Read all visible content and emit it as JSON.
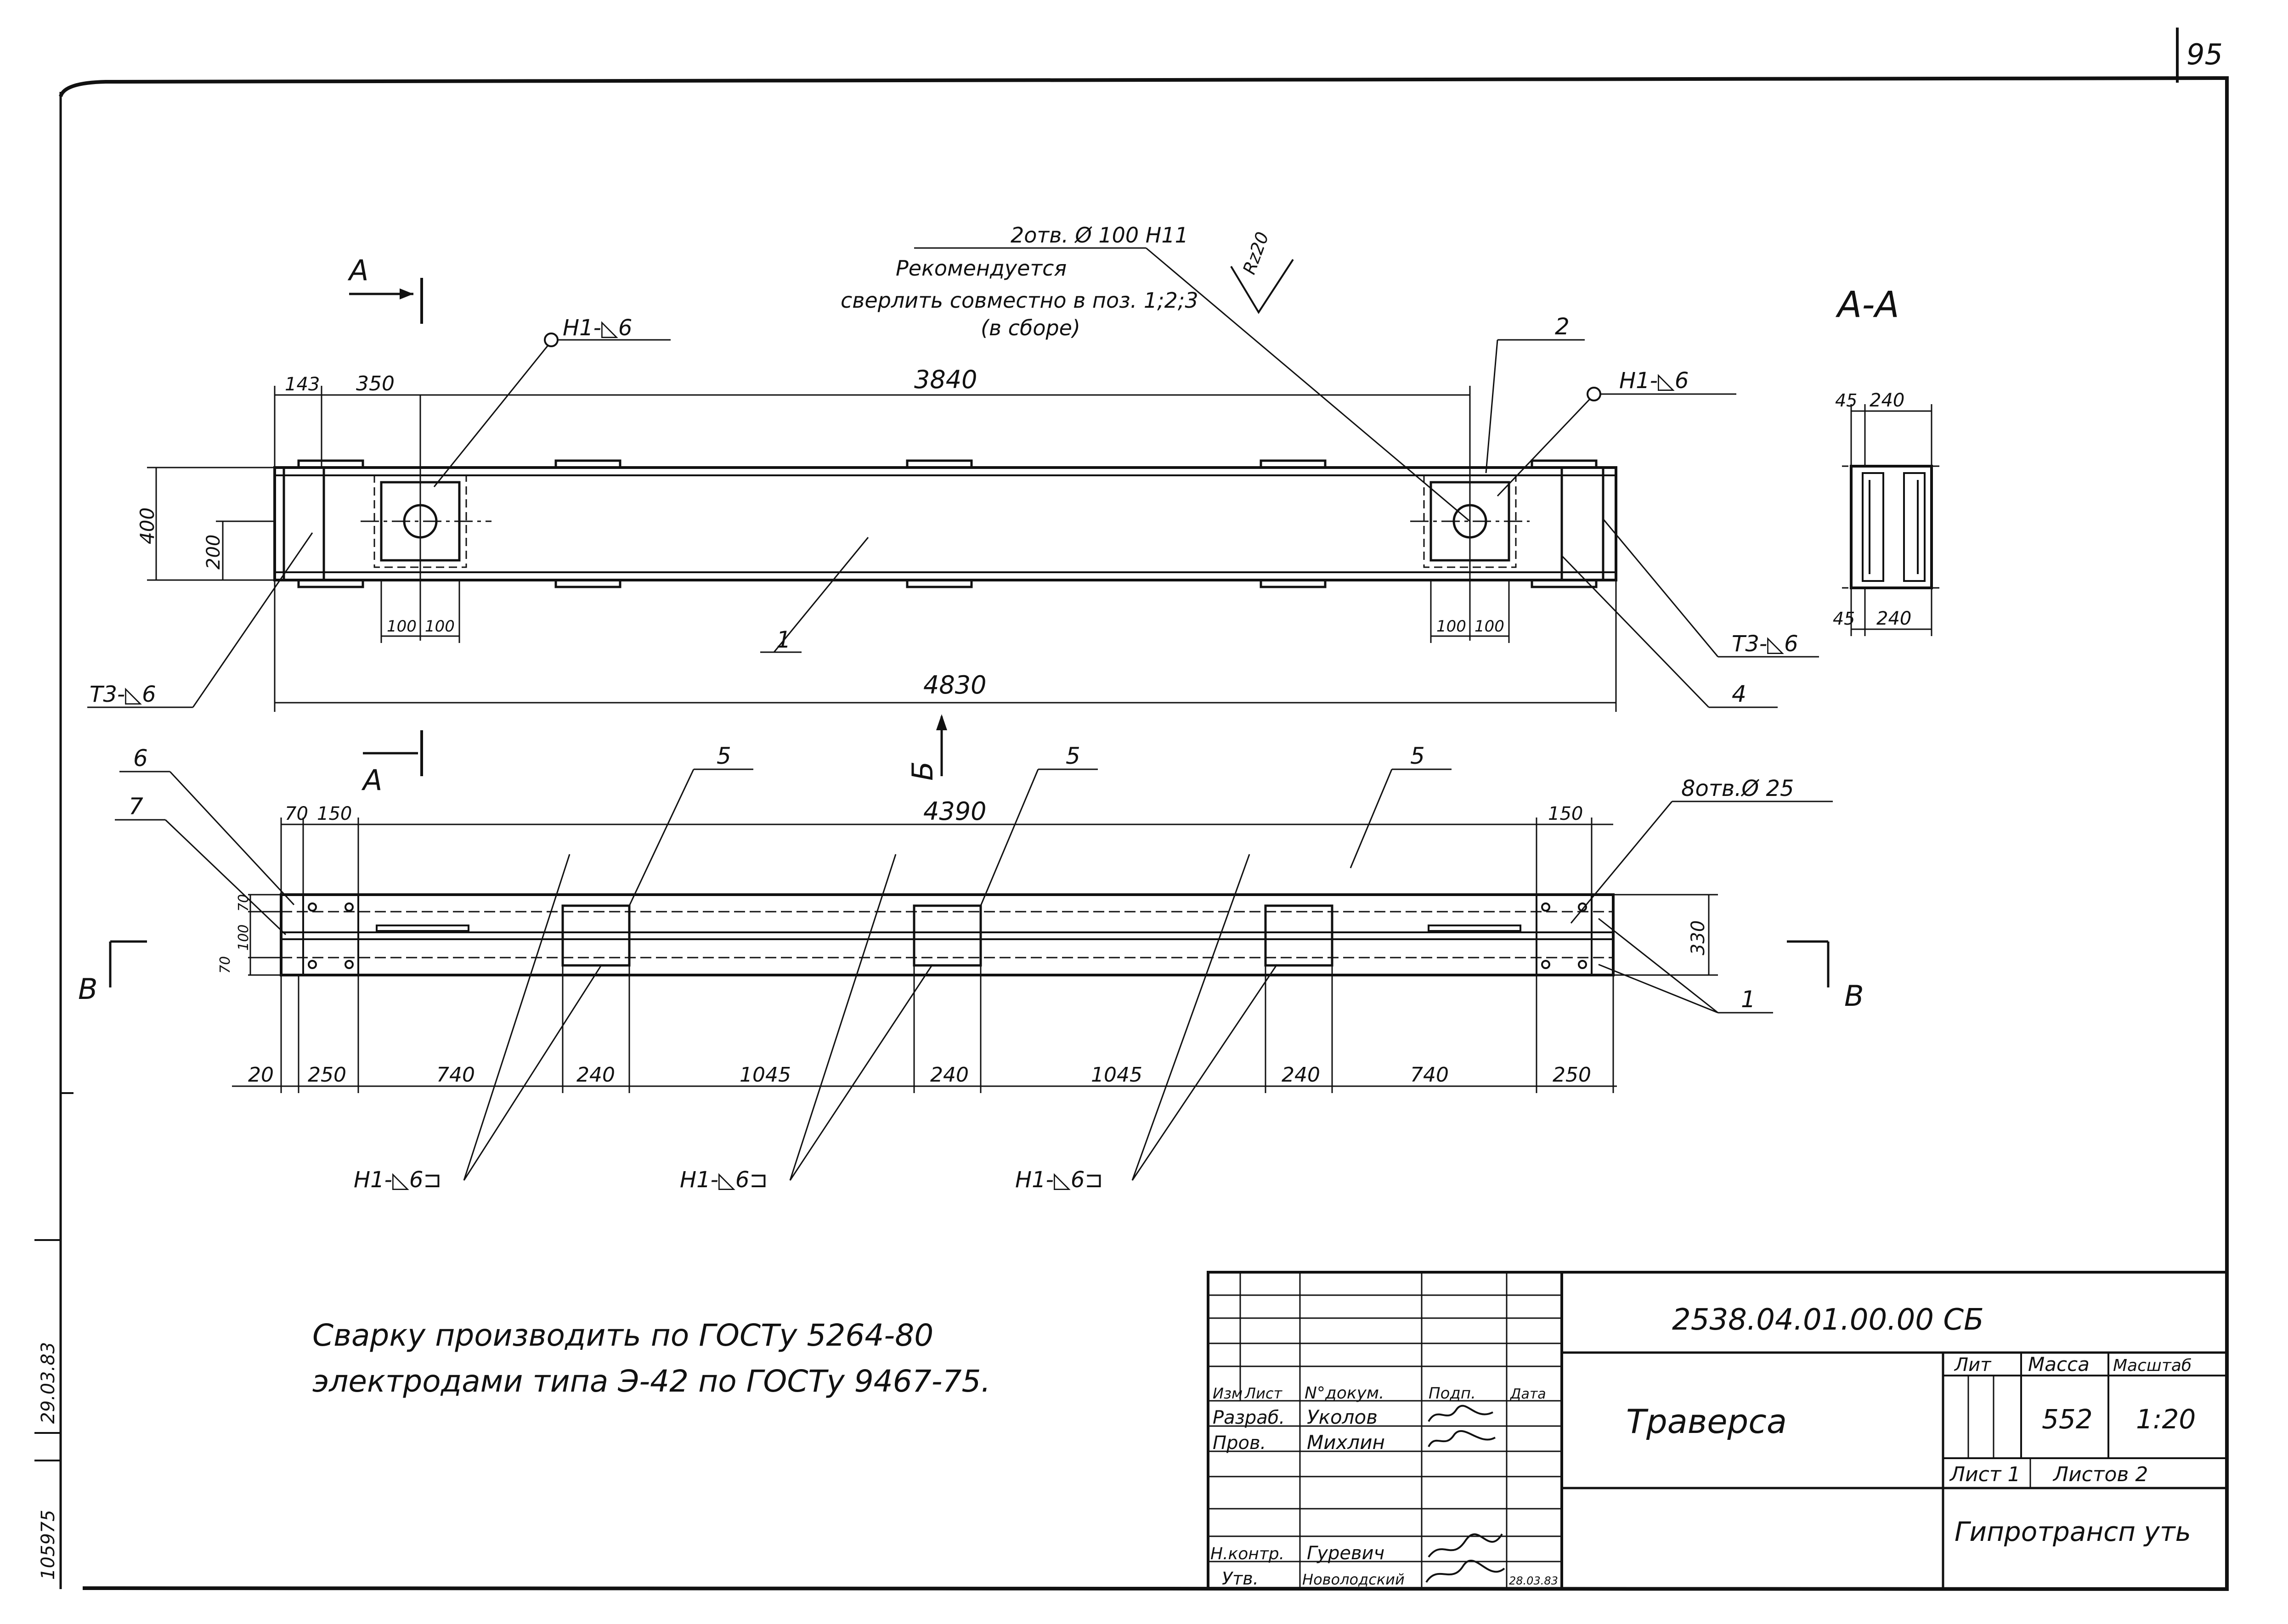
{
  "sheet_number": "95",
  "top_view": {
    "dims": {
      "overall_inner": "3840",
      "overall": "4830",
      "left_offset": "143",
      "left_hole_offset": "350",
      "height": "400",
      "half_height": "200",
      "left_plate_half_a": "100",
      "left_plate_half_b": "100",
      "right_plate_half_a": "100",
      "right_plate_half_b": "100"
    },
    "weld_left": "Н1-◺6",
    "weld_right": "Н1-◺6",
    "weld_end_left": "Т3-◺6",
    "weld_end_right": "Т3-◺6",
    "part_1": "1",
    "part_2": "2",
    "part_4": "4",
    "holes_note": "2отв. Ø 100 Н11",
    "drill_note_l1": "Рекомендуется",
    "drill_note_l2": "сверлить совместно в поз. 1;2;3",
    "drill_note_l3": "(в сборе)",
    "roughness": "Rz20"
  },
  "section_marks": {
    "a_top": "А",
    "a_bottom": "А",
    "b_mark": "Б",
    "v_left": "В",
    "v_right": "В"
  },
  "section_view": {
    "title": "А-А",
    "dim_top_a": "45",
    "dim_top_b": "240",
    "dim_bot_a": "45",
    "dim_bot_b": "240"
  },
  "bottom_view": {
    "dims": {
      "inner": "4390",
      "left_a": "70",
      "left_b": "150",
      "right_a": "150",
      "height": "330",
      "v70a": "70",
      "v100": "100",
      "v70b": "70",
      "seg_20": "20",
      "seg_250_l": "250",
      "seg_740_l": "740",
      "seg_240_1": "240",
      "seg_1045_1": "1045",
      "seg_240_2": "240",
      "seg_1045_2": "1045",
      "seg_240_3": "240",
      "seg_740_r": "740",
      "seg_250_r": "250"
    },
    "part_5a": "5",
    "part_5b": "5",
    "part_5c": "5",
    "part_6": "6",
    "part_7": "7",
    "part_1": "1",
    "holes_note": "8отв.Ø 25",
    "weld_1": "Н1-◺6⊐",
    "weld_2": "Н1-◺6⊐",
    "weld_3": "Н1-◺6⊐"
  },
  "note": {
    "line1": "Сварку производить по ГОСТу 5264-80",
    "line2": "электродами типа Э-42 по ГОСТу 9467-75."
  },
  "margin_stamp": {
    "inv": "105975",
    "date": "29.03.83"
  },
  "title_block": {
    "designation": "2538.04.01.00.00 СБ",
    "name": "Траверса",
    "organization": "Гипротрансп уть",
    "col_izm": "Изм",
    "col_list": "Лист",
    "col_doc": "N°докум.",
    "col_sign": "Подп.",
    "col_date": "Дата",
    "role_dev": "Разраб.",
    "name_dev": "Уколов",
    "role_check": "Пров.",
    "name_check": "Михлин",
    "role_norm": "Н.контр.",
    "name_norm": "Гуревич",
    "role_appr": "Утв.",
    "name_appr": "Новолодский",
    "appr_date": "28.03.83",
    "hdr_lit": "Лит",
    "hdr_mass": "Масса",
    "hdr_scale": "Масштаб",
    "mass": "552",
    "scale": "1:20",
    "sheet": "Лист 1",
    "sheets": "Листов 2"
  }
}
